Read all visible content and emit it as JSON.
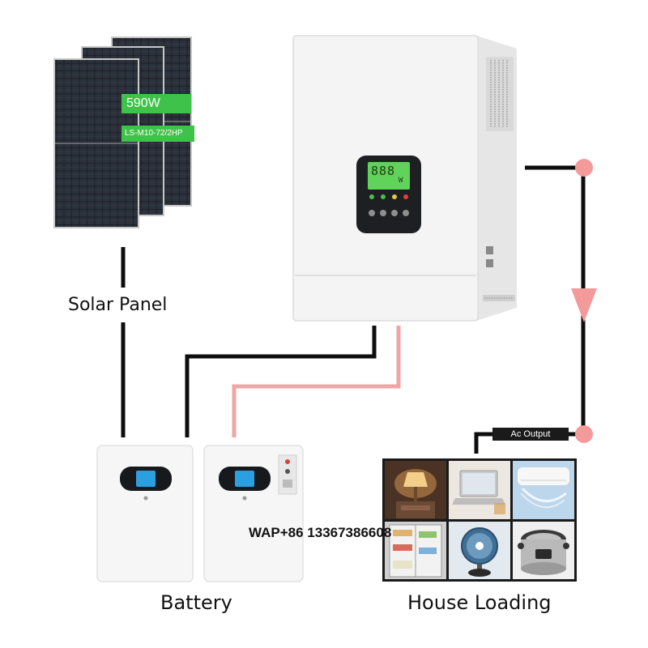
{
  "solar": {
    "label": "Solar Panel",
    "power_tag": "590W",
    "model_tag": "LS-M10-72/2HP"
  },
  "inverter": {
    "lcd_digits": "888",
    "lcd_unit": "W"
  },
  "battery": {
    "label": "Battery"
  },
  "house": {
    "label": "House Loading",
    "ac_output_tag": "Ac Output",
    "appliances": [
      "lamp-photo",
      "laptop-photo",
      "air-conditioner-photo",
      "refrigerator-photo",
      "fan-photo",
      "rice-cooker-photo"
    ]
  },
  "watermark": "WAP+86 13367386608",
  "colors": {
    "black_cable": "#0d0d0d",
    "pink_cable": "#f0a6a6",
    "pink_node": "#f39a9a",
    "lcd_green": "#5fd35a",
    "tag_green": "#3fc24a"
  }
}
